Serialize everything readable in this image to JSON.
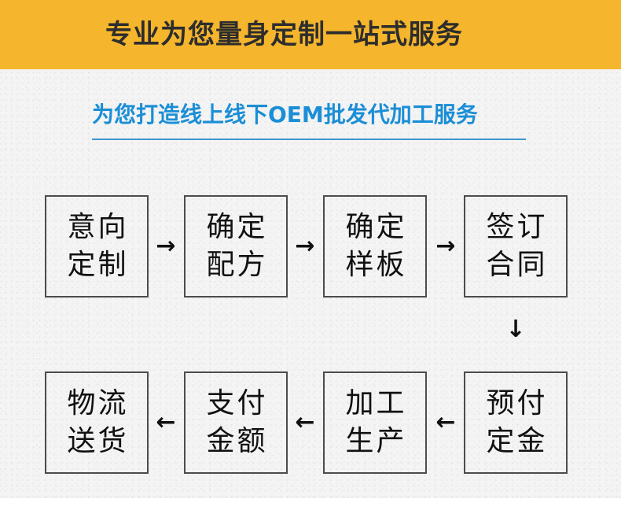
{
  "banner": {
    "title": "专业为您量身定制一站式服务",
    "background_color": "#f5b52c",
    "text_color": "#2d2d2d"
  },
  "subtitle": {
    "text": "为您打造线上线下OEM批发代加工服务",
    "color": "#1b8ed6",
    "rule_color": "#3d97cf"
  },
  "flow": {
    "border_color": "#4c4c4c",
    "text_color": "#111111",
    "row1": [
      {
        "line1": "意向",
        "line2": "定制"
      },
      {
        "line1": "确定",
        "line2": "配方"
      },
      {
        "line1": "确定",
        "line2": "样板"
      },
      {
        "line1": "签订",
        "line2": "合同"
      }
    ],
    "row2": [
      {
        "line1": "物流",
        "line2": "送货"
      },
      {
        "line1": "支付",
        "line2": "金额"
      },
      {
        "line1": "加工",
        "line2": "生产"
      },
      {
        "line1": "预付",
        "line2": "定金"
      }
    ],
    "arrows": {
      "right": "→",
      "left": "←",
      "down": "↓"
    }
  }
}
